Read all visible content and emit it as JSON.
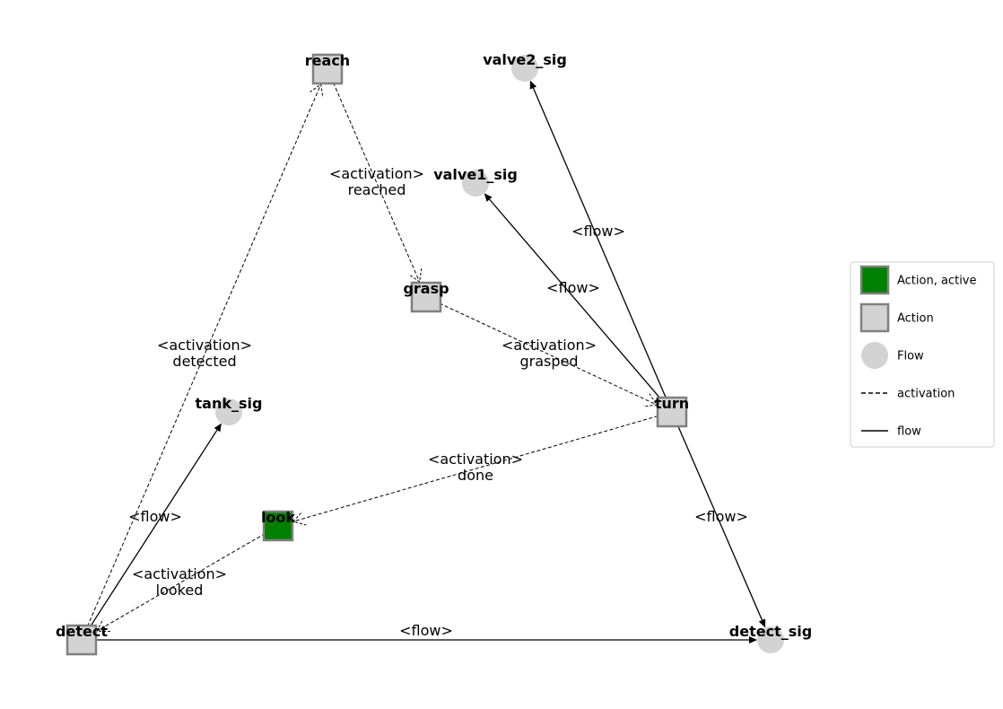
{
  "nodes": [
    {
      "id": "reach",
      "label": "reach",
      "kind": "action",
      "active": false
    },
    {
      "id": "grasp",
      "label": "grasp",
      "kind": "action",
      "active": false
    },
    {
      "id": "turn",
      "label": "turn",
      "kind": "action",
      "active": false
    },
    {
      "id": "look",
      "label": "look",
      "kind": "action",
      "active": true
    },
    {
      "id": "detect",
      "label": "detect",
      "kind": "action",
      "active": false
    },
    {
      "id": "valve2_sig",
      "label": "valve2_sig",
      "kind": "flow"
    },
    {
      "id": "valve1_sig",
      "label": "valve1_sig",
      "kind": "flow"
    },
    {
      "id": "tank_sig",
      "label": "tank_sig",
      "kind": "flow"
    },
    {
      "id": "detect_sig",
      "label": "detect_sig",
      "kind": "flow"
    }
  ],
  "edges": [
    {
      "from": "detect",
      "to": "reach",
      "type": "activation",
      "label": [
        "<activation>",
        "detected"
      ]
    },
    {
      "from": "reach",
      "to": "grasp",
      "type": "activation",
      "label": [
        "<activation>",
        "reached"
      ]
    },
    {
      "from": "grasp",
      "to": "turn",
      "type": "activation",
      "label": [
        "<activation>",
        "grasped"
      ]
    },
    {
      "from": "turn",
      "to": "look",
      "type": "activation",
      "label": [
        "<activation>",
        "done"
      ]
    },
    {
      "from": "look",
      "to": "detect",
      "type": "activation",
      "label": [
        "<activation>",
        "looked"
      ]
    },
    {
      "from": "turn",
      "to": "valve2_sig",
      "type": "flow",
      "label": [
        "<flow>"
      ]
    },
    {
      "from": "turn",
      "to": "valve1_sig",
      "type": "flow",
      "label": [
        "<flow>"
      ]
    },
    {
      "from": "turn",
      "to": "detect_sig",
      "type": "flow",
      "label": [
        "<flow>"
      ]
    },
    {
      "from": "detect",
      "to": "tank_sig",
      "type": "flow",
      "label": [
        "<flow>"
      ]
    },
    {
      "from": "detect",
      "to": "detect_sig",
      "type": "flow",
      "label": [
        "<flow>"
      ]
    }
  ],
  "legend": [
    {
      "symbol": "action-active",
      "label": "Action, active"
    },
    {
      "symbol": "action",
      "label": "Action"
    },
    {
      "symbol": "flow",
      "label": "Flow"
    },
    {
      "symbol": "activation-line",
      "label": "activation"
    },
    {
      "symbol": "flow-line",
      "label": "flow"
    }
  ],
  "colors": {
    "action_active_fill": "#008000",
    "action_fill": "#d3d3d3",
    "action_border": "#808080",
    "flow_fill": "#d3d3d3",
    "edge": "#000000"
  }
}
